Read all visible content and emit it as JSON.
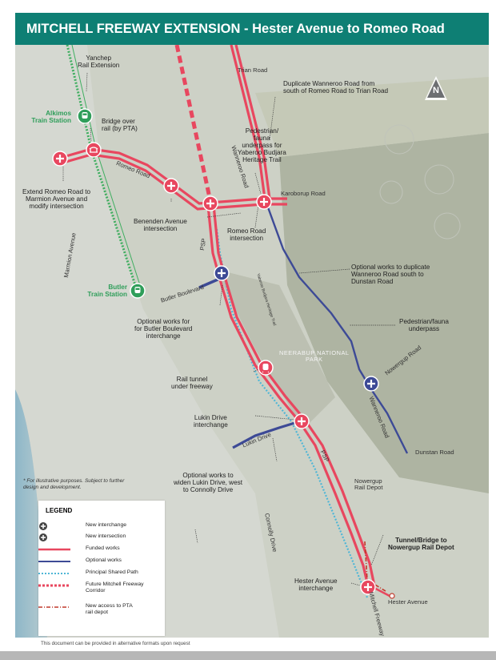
{
  "header": {
    "title": "MITCHELL FREEWAY EXTENSION - Hester Avenue to Romeo Road",
    "color": "#0e7f74"
  },
  "colors": {
    "funded": "#e8475f",
    "optional": "#3d4a96",
    "psp": "#4fb6d6",
    "future": "#e8475f",
    "depot_access": "#c0392b",
    "train": "#2f9e5a"
  },
  "north_arrow": {
    "label": "N",
    "icon": "north-arrow-icon"
  },
  "callouts": {
    "yanchep": "Yanchep\nRail Extension",
    "bridge": "Bridge over\nrail (by PTA)",
    "duplicate_wanneroo": "Duplicate Wanneroo Road from\nsouth of Romeo Road to Trian Road",
    "ped_underpass_1": "Pedestrian/\nfauna\nunderpass for\nYaberoo Budjara\nHeritage Trail",
    "extend_romeo": "Extend Romeo Road to\nMarmion Avenue and\nmodify intersection",
    "benenden": "Benenden Avenue\nintersection",
    "romeo_intersection": "Romeo Road\nintersection",
    "optional_wanneroo": "Optional works to duplicate\nWanneroo Road south to\nDunstan Road",
    "ped_underpass_2": "Pedestrian/fauna\nunderpass",
    "butler_optional": "Optional works for\nfor Butler Boulevard\ninterchange",
    "rail_tunnel": "Rail tunnel\nunder freeway",
    "lukin_interchange": "Lukin Drive\ninterchange",
    "lukin_optional": "Optional works to\nwiden Lukin Drive, west\nto Connolly Drive",
    "tunnel_bridge": "Tunnel/Bridge to\nNowergup Rail Depot",
    "hester": "Hester Avenue\ninterchange"
  },
  "stations": {
    "alkimos": "Alkimos\nTrain Station",
    "butler": "Butler\nTrain Station"
  },
  "roads": {
    "trian": "Trian Road",
    "wanneroo_n": "Wanneroo Road",
    "romeo": "Romeo Road",
    "karoborup": "Karoborup Road",
    "marmion": "Marmion Avenue",
    "psp1": "PSP",
    "butler_blvd": "Butler Boulevard",
    "yaberoo": "Yaberoo Budjara Heritage Trail",
    "nowergup": "Nowergup Road",
    "wanneroo_s": "Wanneroo Road",
    "dunstan": "Dunstan Road",
    "lukin": "Lukin Drive",
    "psp2": "PSP",
    "connolly": "Connolly Drive",
    "nowergup_depot": "Nowergup\nRail Depot",
    "hester_ave": "Hester Avenue",
    "mitchell_fwy": "Mitchell Freeway"
  },
  "park": "NEERABUP NATIONAL\nPARK",
  "disclaimer": "* For illustrative purposes. Subject to further\ndesign and development.",
  "legend": {
    "title": "LEGEND",
    "items": [
      {
        "icon": "interchange-icon",
        "label": "New interchange"
      },
      {
        "icon": "intersection-icon",
        "label": "New intersection"
      },
      {
        "icon": "funded-line",
        "label": "Funded works"
      },
      {
        "icon": "optional-line",
        "label": "Optional works"
      },
      {
        "icon": "psp-line",
        "label": "Principal Shared Path"
      },
      {
        "icon": "future-line",
        "label": "Future Mitchell Freeway\nCorridor"
      },
      {
        "icon": "depot-access-line",
        "label": "New access to PTA\nrail depot"
      }
    ]
  },
  "footer": "This document can be provided in alternative formats upon request"
}
